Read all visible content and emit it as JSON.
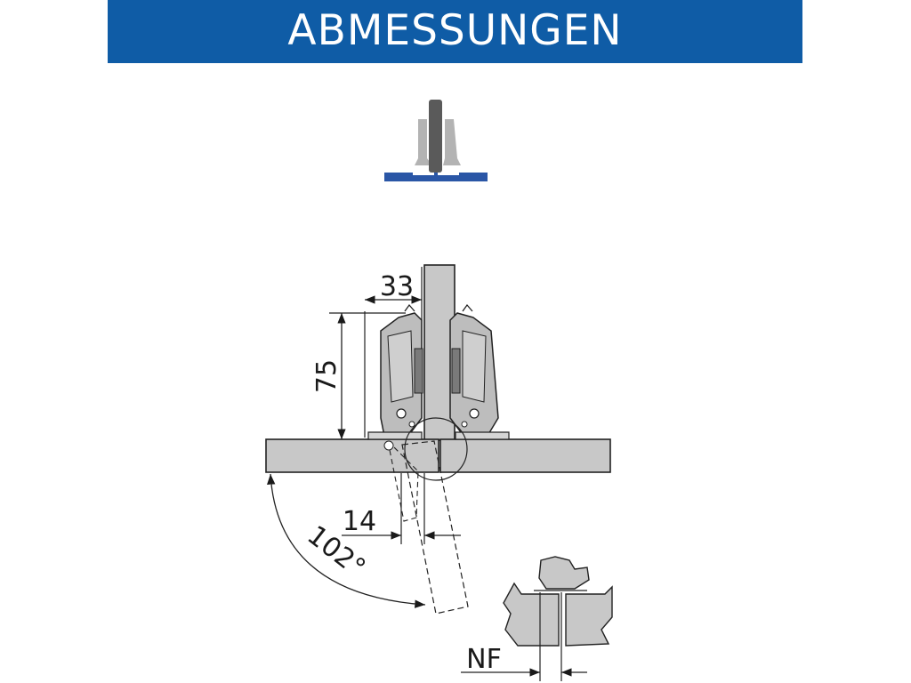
{
  "header": {
    "title": "ABMESSUNGEN"
  },
  "colors": {
    "banner": "#0f5ca6",
    "panel": "#c8c8c8",
    "icon_blue": "#2a56a6",
    "hinge_dark": "#555555",
    "hinge_light": "#b3b3b3"
  },
  "dimensions": {
    "width": "33",
    "height": "75",
    "offset": "14",
    "angle": "102°",
    "gap": "NF"
  }
}
